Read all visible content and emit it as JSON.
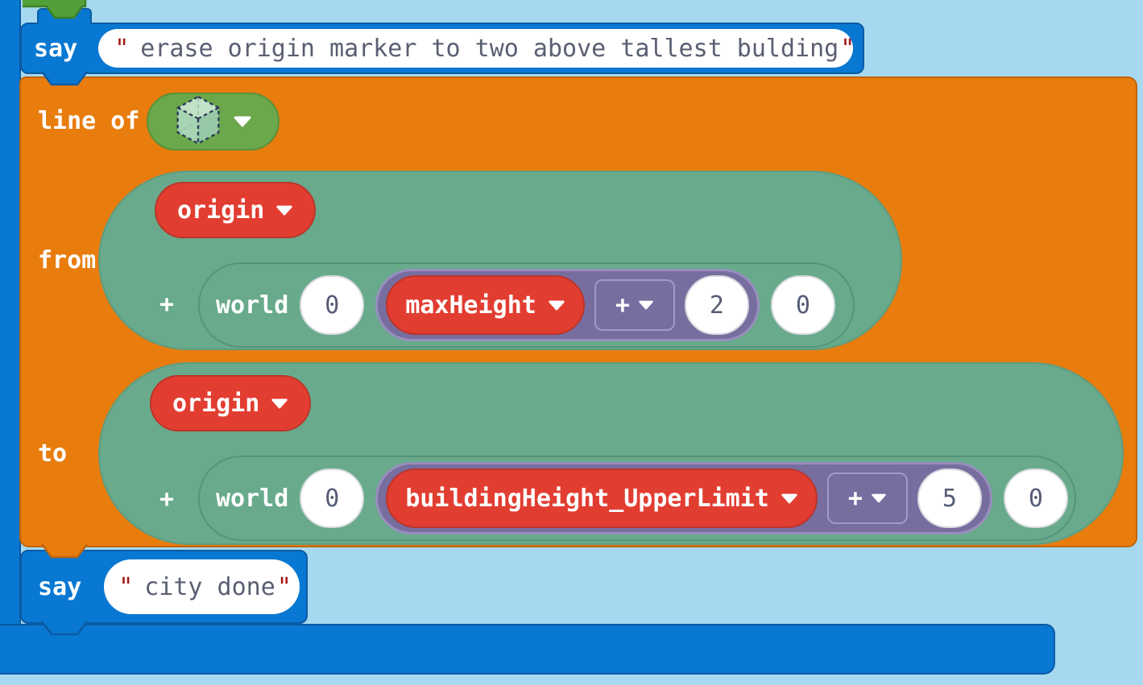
{
  "colors": {
    "workspace_bg": "#a6d9ef",
    "player_blue": "#0878d2",
    "shapes_orange": "#e87d0e",
    "positions_teal": "#68aa8b",
    "variable_red": "#e23d31",
    "math_purple": "#776d9f",
    "picker_green": "#6ba84b",
    "stub_green": "#54a038",
    "quote_red": "#a31515"
  },
  "icons": {
    "block_picker": "cube-block-icon",
    "dropdown": "dropdown-arrow-icon"
  },
  "say_top": {
    "label": "say",
    "quote": "\"",
    "text": "erase origin marker to two above tallest bulding"
  },
  "line_of": {
    "label": "line of"
  },
  "from_row": {
    "label": "from",
    "anchor_variable": "origin",
    "plus_sign": "+",
    "world_label": "world",
    "x": "0",
    "variable": "maxHeight",
    "operator": "+",
    "operand": "2",
    "z": "0"
  },
  "to_row": {
    "label": "to",
    "anchor_variable": "origin",
    "plus_sign": "+",
    "world_label": "world",
    "x": "0",
    "variable": "buildingHeight_UpperLimit",
    "operator": "+",
    "operand": "5",
    "z": "0"
  },
  "say_bottom": {
    "label": "say",
    "quote": "\"",
    "text": "city done"
  }
}
